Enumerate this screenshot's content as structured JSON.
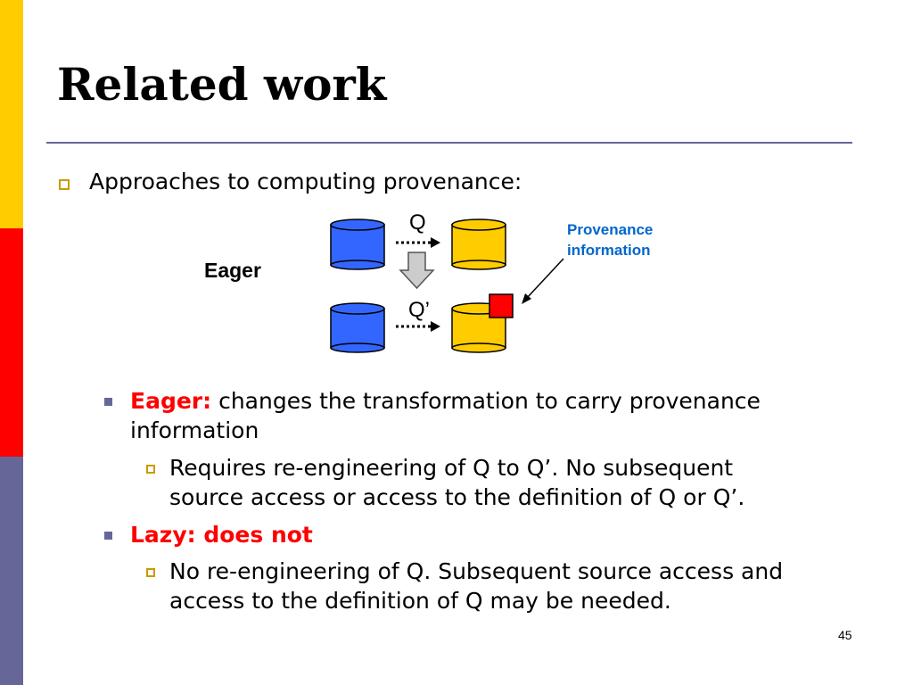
{
  "slide": {
    "title": "Related work",
    "page_number": "45",
    "colors": {
      "stripe_top": "#ffcc00",
      "stripe_middle": "#ff0000",
      "stripe_bottom": "#666699",
      "accent_red": "#ff0000",
      "accent_blue": "#0066cc",
      "db_blue": "#3366ff",
      "db_yellow": "#ffcc00"
    }
  },
  "content": {
    "bullet_main": "Approaches to computing provenance:",
    "eager_term": "Eager:",
    "eager_desc_line1": " changes the transformation to carry provenance",
    "eager_desc_line2": "information",
    "eager_sub_line1": "Requires re-engineering of Q to Q’. No subsequent",
    "eager_sub_line2": "source access or access to the definition of Q or Q’.",
    "lazy_term": "Lazy: does not",
    "lazy_sub_line1": "No re-engineering of Q. Subsequent source access and",
    "lazy_sub_line2": "access to the definition of Q may be needed."
  },
  "diagram": {
    "eager_label": "Eager",
    "q_label": "Q",
    "q_prime_label": "Q’",
    "provenance_line1": "Provenance",
    "provenance_line2": "information"
  }
}
